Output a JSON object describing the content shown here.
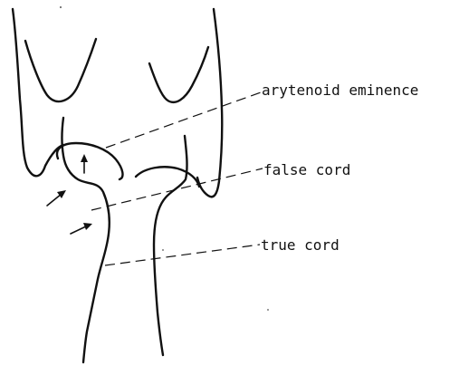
{
  "labels": {
    "arytenoid_eminence": "arytenoid eminence",
    "false_cord": "false cord",
    "true_cord": "true cord"
  }
}
